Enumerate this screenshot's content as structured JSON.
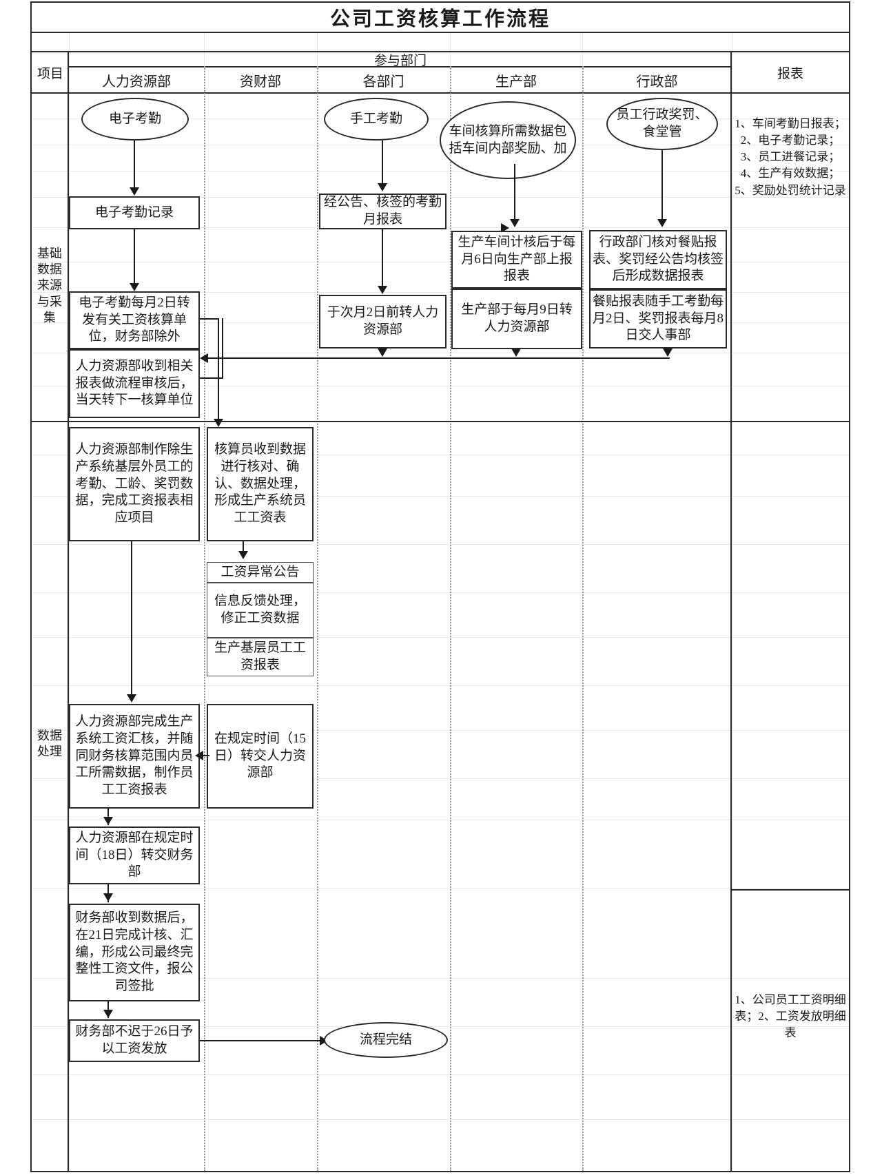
{
  "title": "公司工资核算工作流程",
  "header": {
    "project_label": "项目",
    "participate_label": "参与部门",
    "report_label": "报表",
    "departments": [
      "人力资源部",
      "资财部",
      "各部门",
      "生产部",
      "行政部"
    ]
  },
  "stages": [
    {
      "label": "基础数据来源与采集"
    },
    {
      "label": "数据处理"
    }
  ],
  "reports": {
    "basic": "1、车间考勤日报表；2、电子考勤记录；3、员工进餐记录；4、生产有效数据；5、奖励处罚统计记录",
    "processing": "1、公司员工工资明细表；2、工资发放明细表"
  },
  "nodes": {
    "hr_start": "电子考勤",
    "hr_record": "电子考勤记录",
    "hr_transfer": "电子考勤每月2日转发有关工资核算单位，财务部除外",
    "hr_review": "人力资源部收到相关报表做流程审核后，当天转下一核算单位",
    "hr_make_table": "人力资源部制作除生产系统基层外员工的考勤、工龄、奖罚数据，完成工资报表相应项目",
    "hr_summary": "人力资源部完成生产系统工资汇核，并随同财务核算范围内员工所需数据，制作员工工资报表",
    "hr_handover": "人力资源部在规定时间（18日）转交财务部",
    "fin_compile": "财务部收到数据后，在21日完成计核、汇编，形成公司最终完整性工资文件，报公司签批",
    "fin_pay": "财务部不迟于26日予以工资发放",
    "acct_process": "核算员收到数据进行核对、确认、数据处理，形成生产系统员工工资表",
    "salary_abnormal": "工资异常公告",
    "feedback_fix": "信息反馈处理，修正工资数据",
    "base_salary_table": "生产基层员工工资报表",
    "acct_handover": "在规定时间（15日）转交人力资源部",
    "dept_start": "手工考勤",
    "dept_month_table": "经公告、核签的考勤月报表",
    "dept_transfer": "于次月2日前转人力资源部",
    "prod_start": "车间核算所需数据包括车间内部奖励、加",
    "prod_workshop": "生产车间计核后于每月6日向生产部上报报表",
    "prod_transfer": "生产部于每月9日转人力资源部",
    "admin_start": "员工行政奖罚、食堂管",
    "admin_check": "行政部门核对餐贴报表、奖罚经公告均核签后形成数据报表",
    "admin_transfer": "餐贴报表随手工考勤每月2日、奖罚报表每月8日交人事部",
    "end": "流程完结"
  }
}
